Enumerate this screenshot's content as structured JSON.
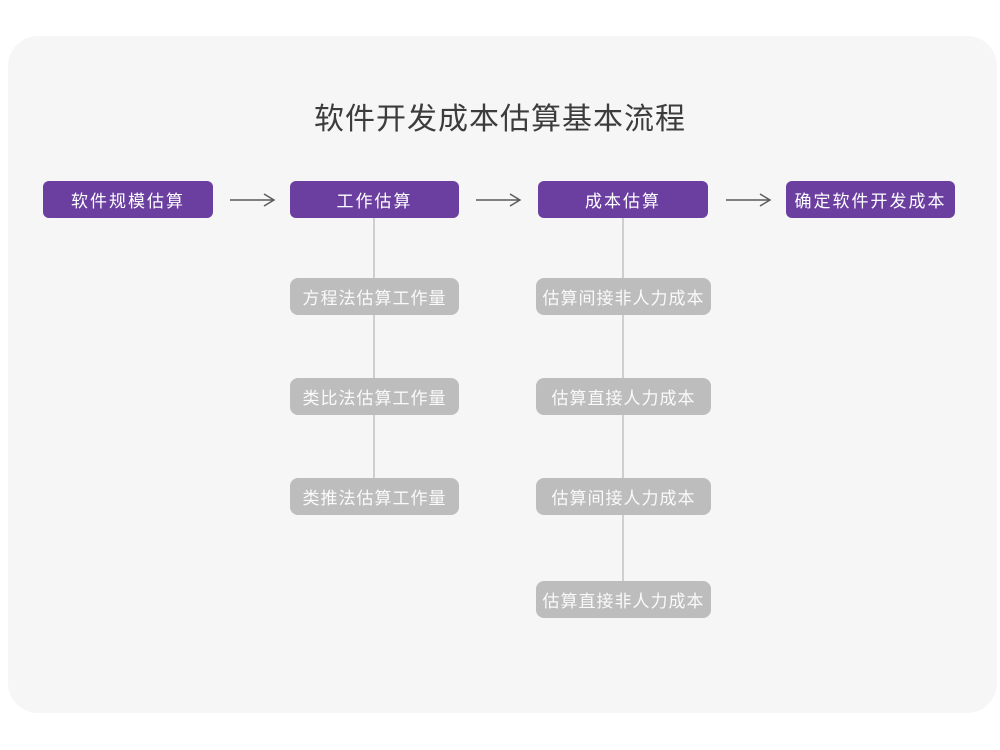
{
  "title": "软件开发成本估算基本流程",
  "flow": {
    "main_steps": [
      {
        "label": "软件规模估算"
      },
      {
        "label": "工作估算"
      },
      {
        "label": "成本估算"
      },
      {
        "label": "确定软件开发成本"
      }
    ],
    "work_estimation_substeps": [
      "方程法估算工作量",
      "类比法估算工作量",
      "类推法估算工作量"
    ],
    "cost_estimation_substeps": [
      "估算间接非人力成本",
      "估算直接人力成本",
      "估算间接人力成本",
      "估算直接非人力成本"
    ]
  },
  "colors": {
    "page_bg": "#FFFFFF",
    "card_bg": "#F6F6F6",
    "step_bg": "#6B3FA0",
    "step_text": "#FFFFFF",
    "substep_bg": "#BDBDBD",
    "substep_text": "#FAFAFA",
    "arrow": "#58585A",
    "connector": "#CFCFCF",
    "title_text": "#3C3C3C"
  }
}
